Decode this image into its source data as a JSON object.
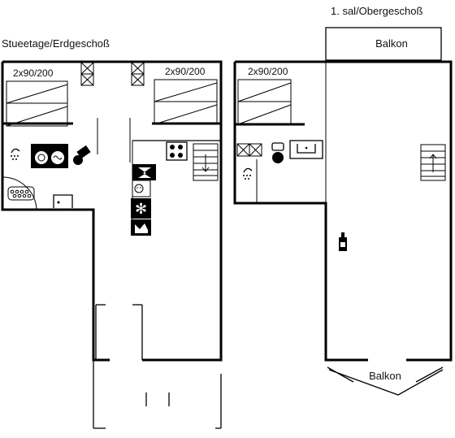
{
  "ground_floor": {
    "title": "Stueetage/Erdgeschoß",
    "bed_left": "2x90/200",
    "bed_right": "2x90/200"
  },
  "upper_floor": {
    "title": "1. sal/Obergeschoß",
    "balcony_top": "Balkon",
    "balcony_bottom": "Balkon",
    "bed": "2x90/200"
  }
}
